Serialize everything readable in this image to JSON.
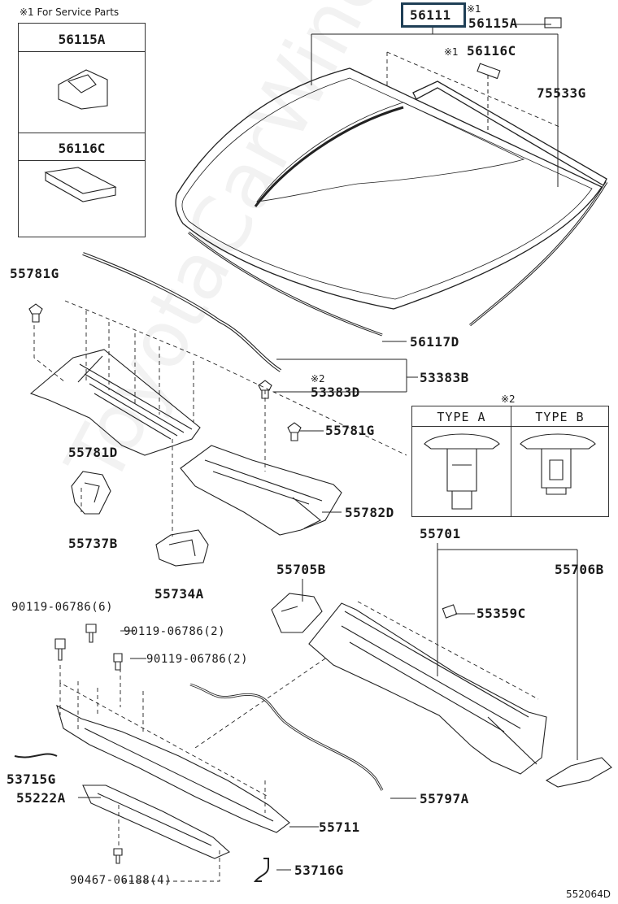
{
  "diagram_code": "552064D",
  "service_parts": {
    "title": "※1 For Service Parts",
    "items": [
      "56115A",
      "56116C"
    ]
  },
  "type_table": {
    "note": "※2",
    "headers": [
      "TYPE A",
      "TYPE B"
    ]
  },
  "marks": {
    "m1": "※1",
    "m2": "※2"
  },
  "watermark": "ToyotaCarWine.ru",
  "parts": {
    "p56111": "56111",
    "p56115A": "56115A",
    "p56116C": "56116C",
    "p75533G": "75533G",
    "p55781G_a": "55781G",
    "p56117D": "56117D",
    "p53383B": "53383B",
    "p53383D": "53383D",
    "p55781G_b": "55781G",
    "p55781D": "55781D",
    "p55782D": "55782D",
    "p55737B": "55737B",
    "p55734A": "55734A",
    "p55701": "55701",
    "p55705B": "55705B",
    "p55706B": "55706B",
    "p55359C": "55359C",
    "p90119_6": "90119-06786(6)",
    "p90119_2a": "90119-06786(2)",
    "p90119_2b": "90119-06786(2)",
    "p53715G": "53715G",
    "p55222A": "55222A",
    "p55797A": "55797A",
    "p55711": "55711",
    "p90467": "90467-06188(4)",
    "p53716G": "53716G"
  }
}
